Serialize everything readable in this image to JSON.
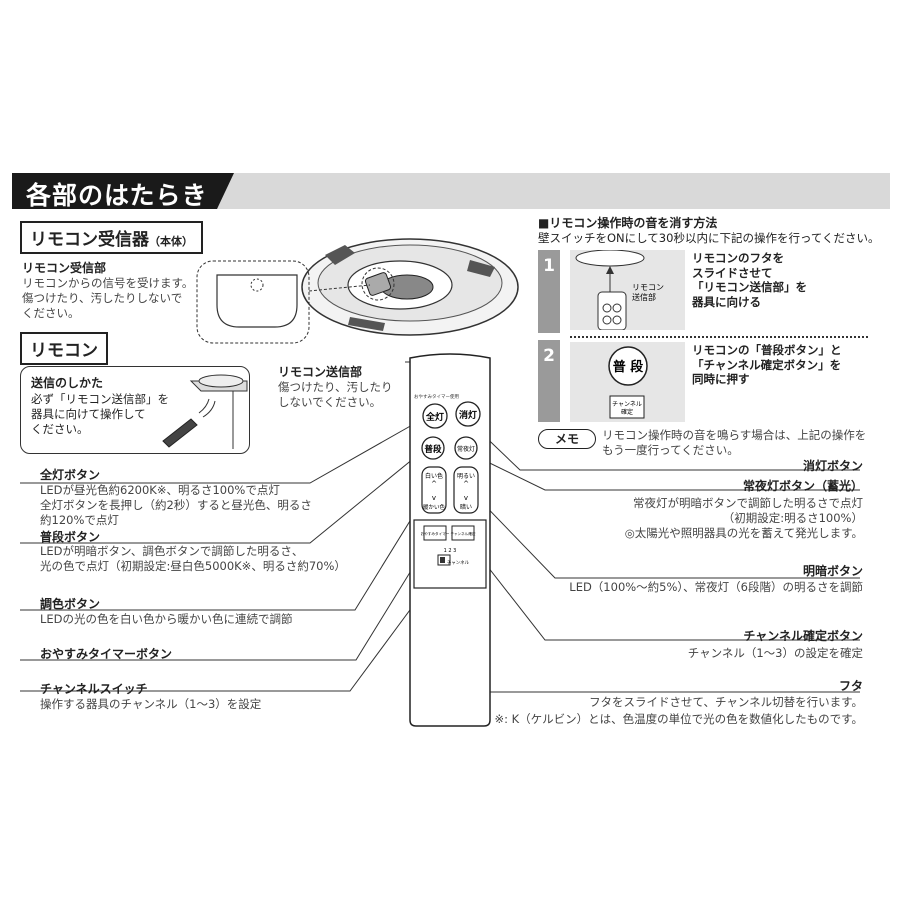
{
  "section_title": "各部のはたらき",
  "receiver": {
    "title": "リモコン受信器",
    "title_note": "（本体）",
    "part_label": "リモコン受信部",
    "desc": [
      "リモコンからの信号を受けます。",
      "傷つけたり、汚したりしないで",
      "ください。"
    ]
  },
  "remote": {
    "title": "リモコン",
    "sending": {
      "label": "送信のしかた",
      "desc": [
        "必ず「リモコン送信部」を",
        "器具に向けて操作して",
        "ください。"
      ]
    },
    "transmitter": {
      "label": "リモコン送信部",
      "desc": [
        "傷つけたり、汚したり",
        "しないでください。"
      ]
    },
    "body_text": {
      "top_label": "おやすみタイマー使用",
      "all_on": "全灯",
      "off": "消灯",
      "normal": "普段",
      "night": "常夜灯",
      "white": "白い色",
      "warm": "暖かい色",
      "bright": "明るい",
      "dark": "暗い",
      "timer": "おやすみタイマー",
      "channel_confirm": "チャンネル確定",
      "switch_nums": "1 2 3",
      "switch_label": "チャンネル"
    }
  },
  "left_labels": [
    {
      "title": "全灯ボタン",
      "desc": [
        "LEDが昼光色約6200K※、明るさ100%で点灯",
        "全灯ボタンを長押し（約2秒）すると昼光色、明るさ",
        "約120%で点灯"
      ]
    },
    {
      "title": "普段ボタン",
      "desc": [
        "LEDが明暗ボタン、調色ボタンで調節した明るさ、",
        "光の色で点灯（初期設定:昼白色5000K※、明るさ約70%）"
      ]
    },
    {
      "title": "調色ボタン",
      "desc": [
        "LEDの光の色を白い色から暖かい色に連続で調節"
      ]
    },
    {
      "title": "おやすみタイマーボタン",
      "desc": []
    },
    {
      "title": "チャンネルスイッチ",
      "desc": [
        "操作する器具のチャンネル（1～3）を設定"
      ]
    }
  ],
  "right_labels": [
    {
      "title": "消灯ボタン",
      "desc": []
    },
    {
      "title": "常夜灯ボタン（蓄光）",
      "desc": [
        "常夜灯が明暗ボタンで調節した明るさで点灯",
        "（初期設定:明るさ100%）",
        "◎太陽光や照明器具の光を蓄えて発光します。"
      ]
    },
    {
      "title": "明暗ボタン",
      "desc": [
        "LED（100%～約5%）、常夜灯（6段階）の明るさを調節"
      ]
    },
    {
      "title": "チャンネル確定ボタン",
      "desc": [
        "チャンネル（1～3）の設定を確定"
      ]
    },
    {
      "title": "フタ",
      "desc": [
        "フタをスライドさせて、チャンネル切替を行います。"
      ]
    }
  ],
  "footnote": "※: K（ケルビン）とは、色温度の単位で光の色を数値化したものです。",
  "mute": {
    "heading": "■リモコン操作時の音を消す方法",
    "subheading": "壁スイッチをONにして30秒以内に下記の操作を行ってください。",
    "steps": [
      {
        "num": "1",
        "text": [
          "リモコンのフタを",
          "スライドさせて",
          "「リモコン送信部」を",
          "器具に向ける"
        ],
        "fig_label": [
          "リモコン",
          "送信部"
        ]
      },
      {
        "num": "2",
        "text": [
          "リモコンの「普段ボタン」と",
          "「チャンネル確定ボタン」を",
          "同時に押す"
        ],
        "fig_button": "普 段",
        "fig_small": [
          "チャンネル",
          "確定"
        ]
      }
    ],
    "memo_label": "メモ",
    "memo_text": [
      "リモコン操作時の音を鳴らす場合は、上記の操作を",
      "もう一度行ってください。"
    ]
  },
  "colors": {
    "banner_dark": "#1a1a1a",
    "banner_light": "#d9d9d9",
    "step_gray": "#9a9a9a"
  }
}
